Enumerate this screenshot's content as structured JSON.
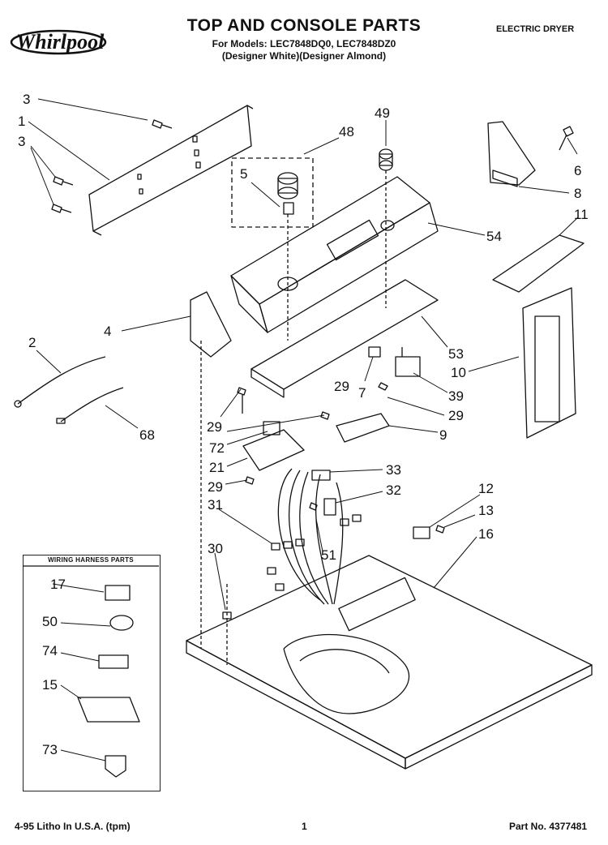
{
  "header": {
    "brand": "Whirlpool",
    "title": "TOP AND CONSOLE PARTS",
    "models": "For Models: LEC7848DQ0, LEC7848DZ0",
    "finishes": "(Designer White)(Designer Almond)",
    "product_type": "ELECTRIC DRYER"
  },
  "callouts": [
    "3",
    "1",
    "3",
    "49",
    "48",
    "5",
    "6",
    "8",
    "11",
    "54",
    "4",
    "2",
    "53",
    "10",
    "29",
    "7",
    "39",
    "29",
    "68",
    "72",
    "29",
    "9",
    "21",
    "33",
    "29",
    "32",
    "31",
    "12",
    "13",
    "16",
    "51",
    "30",
    "17",
    "50",
    "74",
    "15",
    "73"
  ],
  "harness_box": {
    "title": "WIRING HARNESS PARTS"
  },
  "footer": {
    "litho": "4-95 Litho In U.S.A. (tpm)",
    "page": "1",
    "part_no": "Part No. 4377481"
  }
}
